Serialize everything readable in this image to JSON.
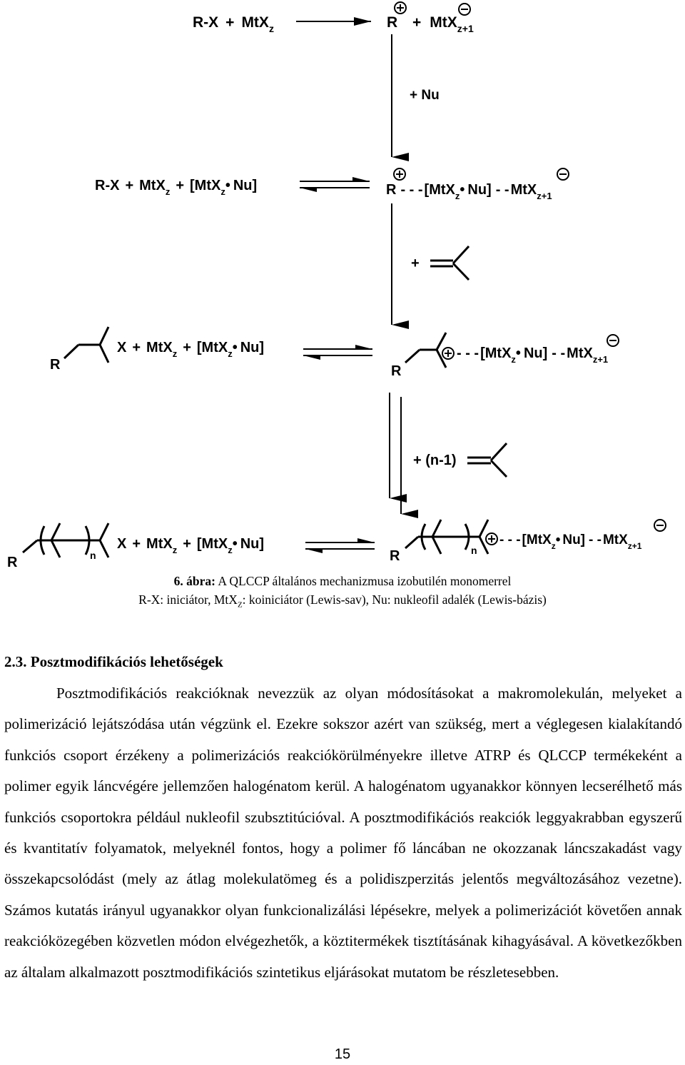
{
  "figure": {
    "rows": [
      {
        "left": {
          "rx": "R-X",
          "mtx": "MtX",
          "z": "z"
        },
        "right": {
          "r": "R",
          "mtx": "MtX",
          "z1": "z+1"
        }
      },
      {
        "left": {
          "rx": "R-X",
          "mtx": "MtX",
          "z": "z",
          "complex_open": "[MtX",
          "z2": "z",
          "nu_close": "Nu]"
        },
        "right": {
          "r": "R",
          "dashes": "- - -",
          "complex_open": "[MtX",
          "z": "z",
          "nu_close": "Nu]",
          "dashes2": "- -",
          "mtx": "MtX",
          "z1": "z+1"
        }
      },
      {
        "left": {
          "r": "R",
          "x": "X",
          "mtx": "MtX",
          "z": "z",
          "complex_open": "[MtX",
          "z2": "z",
          "nu_close": "Nu]"
        },
        "right": {
          "r": "R",
          "dashes": "- - -",
          "complex_open": "[MtX",
          "z": "z",
          "nu_close": "Nu]",
          "dashes2": "- -",
          "mtx": "MtX",
          "z1": "z+1"
        }
      },
      {
        "left": {
          "r": "R",
          "n": "n",
          "x": "X",
          "mtx": "MtX",
          "z": "z",
          "complex_open": "[MtX",
          "z2": "z",
          "nu_close": "Nu]"
        },
        "right": {
          "r": "R",
          "n": "n",
          "dashes": "- - -",
          "complex_open": "[MtX",
          "z": "z",
          "nu_close": "Nu]",
          "dashes2": "- -",
          "mtx": "MtX",
          "z1": "z+1"
        }
      }
    ],
    "plus": "+",
    "reagents": {
      "nu": "+ Nu",
      "monomer_plus": "+",
      "n_minus_1": "+ (n-1)"
    },
    "charges": {
      "positive": "+",
      "negative": "−"
    },
    "caption": {
      "label": "6. ábra:",
      "line1": "A QLCCP általános mechanizmusa izobutilén monomerrel",
      "line2_a": "R-X: iniciátor, MtX",
      "line2_sub": "Z",
      "line2_b": ": koiniciátor (Lewis-sav), Nu: nukleofil adalék (Lewis-bázis)"
    }
  },
  "section": {
    "heading": "2.3. Posztmodifikációs lehetőségek",
    "paragraph": "Posztmodifikációs reakcióknak nevezzük az olyan módosításokat a makromolekulán, melyeket a polimerizáció lejátszódása után végzünk el. Ezekre sokszor azért van szükség, mert a véglegesen kialakítandó funkciós csoport érzékeny a polimerizációs reakciókörülményekre illetve ATRP és QLCCP termékeként a polimer egyik láncvégére jellemzően halogénatom kerül. A halogénatom ugyanakkor könnyen lecserélhető más funkciós csoportokra például nukleofil szubsztitúcióval. A posztmodifikációs reakciók leggyakrabban egyszerű és kvantitatív folyamatok, melyeknél fontos, hogy a polimer fő láncában ne okozzanak láncszakadást vagy összekapcsolódást (mely az átlag molekulatömeg és a polidiszperzitás jelentős megváltozásához vezetne). Számos kutatás irányul ugyanakkor olyan funkcionalizálási lépésekre, melyek a polimerizációt követően annak reakcióközegében közvetlen módon elvégezhetők, a köztitermékek tisztításának kihagyásával. A következőkben az általam alkalmazott posztmodifikációs szintetikus eljárásokat mutatom be részletesebben."
  },
  "page_number": "15"
}
